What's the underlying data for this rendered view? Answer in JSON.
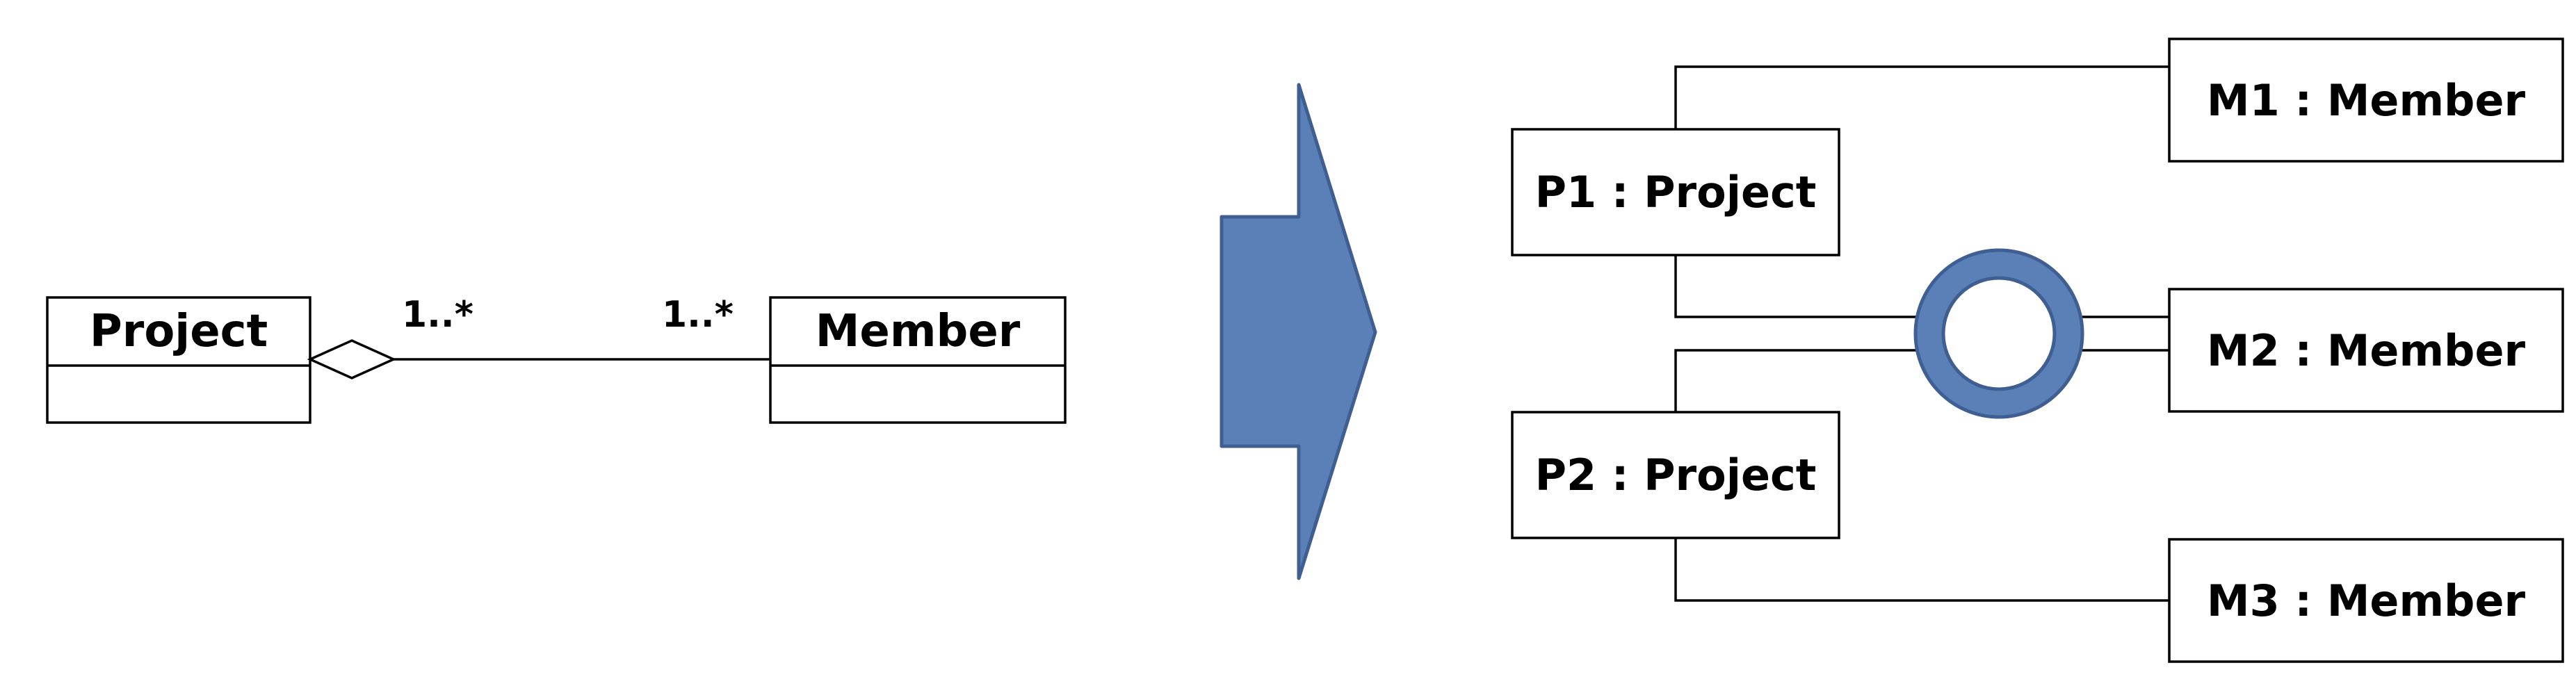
{
  "class_diagram": {
    "class_left": "Project",
    "class_right": "Member",
    "multiplicity_left": "1..*",
    "multiplicity_right": "1..*"
  },
  "object_diagram": {
    "projects": [
      "P1 : Project",
      "P2 : Project"
    ],
    "members": [
      "M1 : Member",
      "M2 : Member",
      "M3 : Member"
    ]
  },
  "colors": {
    "arrow_fill": "#5B80B8",
    "arrow_stroke": "#3F5F93",
    "ring_fill": "#5B80B8",
    "ring_stroke": "#3F5F93"
  },
  "icons": {
    "transform_arrow": "block-arrow-right-icon",
    "shared_link_marker": "ring-icon"
  }
}
